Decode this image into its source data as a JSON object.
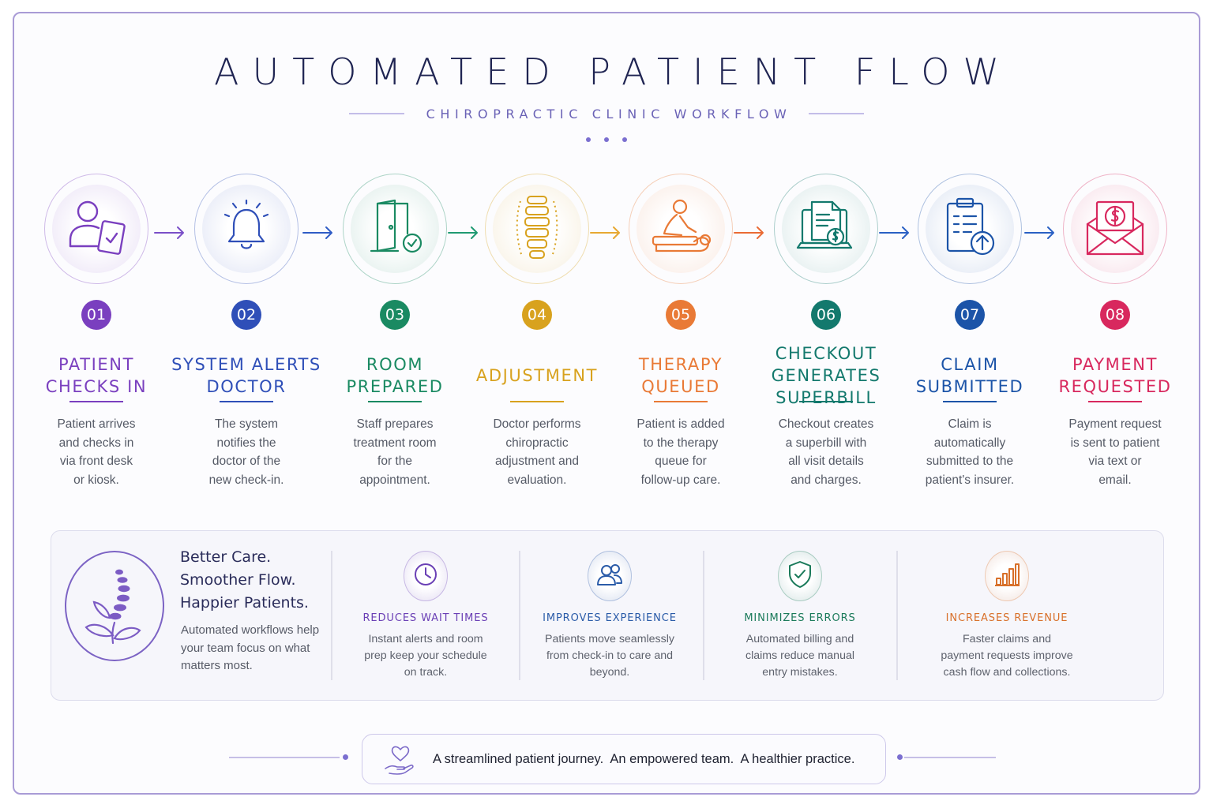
{
  "header": {
    "title": "AUTOMATED PATIENT FLOW",
    "subtitle": "CHIROPRACTIC CLINIC WORKFLOW"
  },
  "steps": [
    {
      "number": "01",
      "title": "PATIENT\nCHECKS IN",
      "description": "Patient arrives\nand checks in\nvia front desk\nor kiosk.",
      "color": "#7a3fbf",
      "icon": "patient-tablet-icon"
    },
    {
      "number": "02",
      "title": "SYSTEM ALERTS\nDOCTOR",
      "description": "The system\nnotifies the\ndoctor of the\nnew check-in.",
      "color": "#2f4fb8",
      "icon": "bell-icon"
    },
    {
      "number": "03",
      "title": "ROOM\nPREPARED",
      "description": "Staff prepares\ntreatment room\nfor the\nappointment.",
      "color": "#1a8a62",
      "icon": "door-check-icon"
    },
    {
      "number": "04",
      "title": "ADJUSTMENT",
      "description": "Doctor performs\nchiropractic\nadjustment and\nevaluation.",
      "color": "#d8a21e",
      "icon": "spine-icon"
    },
    {
      "number": "05",
      "title": "THERAPY\nQUEUED",
      "description": "Patient is added\nto the therapy\nqueue for\nfollow-up care.",
      "color": "#e97a36",
      "icon": "massage-therapy-icon"
    },
    {
      "number": "06",
      "title": "CHECKOUT\nGENERATES\nSUPERBILL",
      "description": "Checkout creates\na superbill with\nall visit details\nand charges.",
      "color": "#13796d",
      "icon": "superbill-laptop-icon"
    },
    {
      "number": "07",
      "title": "CLAIM\nSUBMITTED",
      "description": "Claim is\nautomatically\nsubmitted to the\npatient's insurer.",
      "color": "#1c54a8",
      "icon": "clipboard-upload-icon"
    },
    {
      "number": "08",
      "title": "PAYMENT\nREQUESTED",
      "description": "Payment request\nis sent to patient\nvia text or\nemail.",
      "color": "#d8285e",
      "icon": "dollar-envelope-icon"
    }
  ],
  "brand": {
    "tagline": [
      "Better  Care.",
      "Smoother Flow.",
      "Happier Patients."
    ],
    "description": "Automated workflows help your team focus on what matters most.",
    "icon": "spine-plant-icon"
  },
  "benefits": [
    {
      "title": "REDUCES WAIT TIMES",
      "description": "Instant alerts and room prep keep your schedule on track.",
      "color": "#6a3fb5",
      "icon": "clock-icon"
    },
    {
      "title": "IMPROVES EXPERIENCE",
      "description": "Patients move seamlessly from check-in to care and beyond.",
      "color": "#2a5ba8",
      "icon": "users-icon"
    },
    {
      "title": "MINIMIZES ERRORS",
      "description": "Automated billing and claims reduce manual entry mistakes.",
      "color": "#1a7a5a",
      "icon": "shield-check-icon"
    },
    {
      "title": "INCREASES REVENUE",
      "description": "Faster claims and payment requests improve cash flow and collections.",
      "color": "#d8702a",
      "icon": "bar-chart-icon"
    }
  ],
  "footer": {
    "text": "A streamlined patient journey.  An empowered team.  A healthier practice.",
    "icon": "heart-hand-icon"
  }
}
